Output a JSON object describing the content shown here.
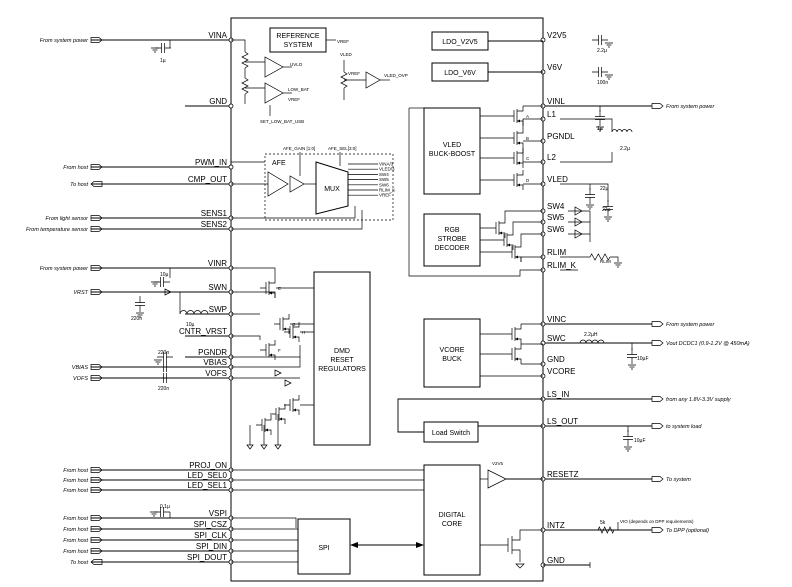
{
  "blocks": {
    "ref": [
      "REFERENCE",
      "SYSTEM"
    ],
    "ldo1": "LDO_V2V5",
    "ldo2": "LDO_V6V",
    "vled": [
      "VLED",
      "BUCK-BOOST"
    ],
    "rgb": [
      "RGB",
      "STROBE",
      "DECODER"
    ],
    "dmd": [
      "DMD",
      "RESET",
      "REGULATORS"
    ],
    "vcore": [
      "VCORE",
      "BUCK"
    ],
    "loadsw": "Load Switch",
    "digital": [
      "DIGITAL",
      "CORE"
    ],
    "spi": "SPI",
    "afe": "AFE",
    "mux": "MUX"
  },
  "left_pins": [
    {
      "pin": "VINA",
      "ext": "From system power"
    },
    {
      "pin": "GND",
      "ext": ""
    },
    {
      "pin": "PWM_IN",
      "ext": "From host"
    },
    {
      "pin": "CMP_OUT",
      "ext": "To host"
    },
    {
      "pin": "SENS1",
      "ext": "From light sensor"
    },
    {
      "pin": "SENS2",
      "ext": "From temperature sensor"
    },
    {
      "pin": "VINR",
      "ext": "From system power"
    },
    {
      "pin": "SWN",
      "ext": "VRST"
    },
    {
      "pin": "SWP",
      "ext": ""
    },
    {
      "pin": "CNTR_VRST",
      "ext": ""
    },
    {
      "pin": "PGNDR",
      "ext": ""
    },
    {
      "pin": "VBIAS",
      "ext": "VBIAS"
    },
    {
      "pin": "VOFS",
      "ext": "VOFS"
    },
    {
      "pin": "PROJ_ON",
      "ext": "From host"
    },
    {
      "pin": "LED_SEL0",
      "ext": "From host"
    },
    {
      "pin": "LED_SEL1",
      "ext": "From host"
    },
    {
      "pin": "VSPI",
      "ext": "From host"
    },
    {
      "pin": "SPI_CSZ",
      "ext": "From host"
    },
    {
      "pin": "SPI_CLK",
      "ext": "From host"
    },
    {
      "pin": "SPI_DIN",
      "ext": "From host"
    },
    {
      "pin": "SPI_DOUT",
      "ext": "To host"
    }
  ],
  "right_pins": [
    {
      "pin": "V2V5",
      "ext": ""
    },
    {
      "pin": "V6V",
      "ext": ""
    },
    {
      "pin": "VINL",
      "ext": "From system power"
    },
    {
      "pin": "L1",
      "ext": ""
    },
    {
      "pin": "PGNDL",
      "ext": ""
    },
    {
      "pin": "L2",
      "ext": ""
    },
    {
      "pin": "VLED",
      "ext": ""
    },
    {
      "pin": "SW4",
      "ext": ""
    },
    {
      "pin": "SW5",
      "ext": ""
    },
    {
      "pin": "SW6",
      "ext": ""
    },
    {
      "pin": "RLIM",
      "ext": ""
    },
    {
      "pin": "RLIM_K",
      "ext": ""
    },
    {
      "pin": "VINC",
      "ext": "From system power"
    },
    {
      "pin": "SWC",
      "ext": "Vout DCDC1 (0.9-1.2V @ 450mA)"
    },
    {
      "pin": "GND",
      "ext": ""
    },
    {
      "pin": "VCORE",
      "ext": ""
    },
    {
      "pin": "LS_IN",
      "ext": "from any 1.8V-3.3V supply"
    },
    {
      "pin": "LS_OUT",
      "ext": "to system load"
    },
    {
      "pin": "RESETZ",
      "ext": "To system"
    },
    {
      "pin": "INTZ",
      "ext": "To DPP (optional)"
    },
    {
      "pin": "GND",
      "ext": ""
    }
  ],
  "inner": {
    "vref": "VREF",
    "vled": "VLED",
    "uvlo": "UVLO",
    "low_bat": "LOW_BAT",
    "vled_ovp": "VLED_OVP",
    "set_low_bat": "SET_LOW_BAT_USB",
    "afe_gain": "AFE_GAIN [1:0]",
    "afe_sel": "AFE_SEL[3:0]",
    "mux_inputs": [
      "VINA/3",
      "VLED/3",
      "SW4",
      "SW5",
      "SW6",
      "RLIM_K",
      "VREF"
    ],
    "v2v5": "V2V5",
    "rlim": "RLIM",
    "vio": "VIO (depends on DPP requirements)",
    "sw_labels": [
      "A",
      "B",
      "C",
      "D",
      "E",
      "F",
      "G",
      "H"
    ]
  },
  "values": {
    "c_vina": "1µ",
    "c_v2v5": "2.2µ",
    "c_v6v": "100n",
    "c_vinl": "1µ",
    "l_led": "2.2µ",
    "c_vled1": "22µ",
    "c_vled2": "22µ",
    "c_vinr": "10µ",
    "c_swn": "220n",
    "l_swp": "10µ",
    "c_pgndr": "220n",
    "c_vbias": "220n",
    "l_swc": "2.2µH",
    "c_swc": "10µF",
    "c_lsout": "10µF",
    "c_vspi": "0.1µ",
    "r_intz": "5k"
  }
}
